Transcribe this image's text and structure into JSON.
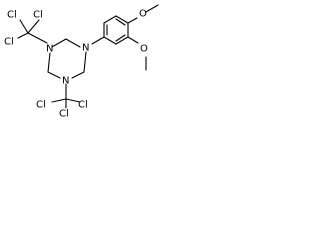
{
  "molecule": {
    "atoms": {
      "cl_top_left": "Cl",
      "cl_top_mid": "Cl",
      "cl_upper_left": "Cl",
      "n_top": "N",
      "n_left": "N",
      "n_right": "N",
      "cl_bottom_left": "Cl",
      "cl_bottom_mid": "Cl",
      "cl_bottom_right": "Cl",
      "o_top": "O",
      "o_right": "O"
    }
  }
}
